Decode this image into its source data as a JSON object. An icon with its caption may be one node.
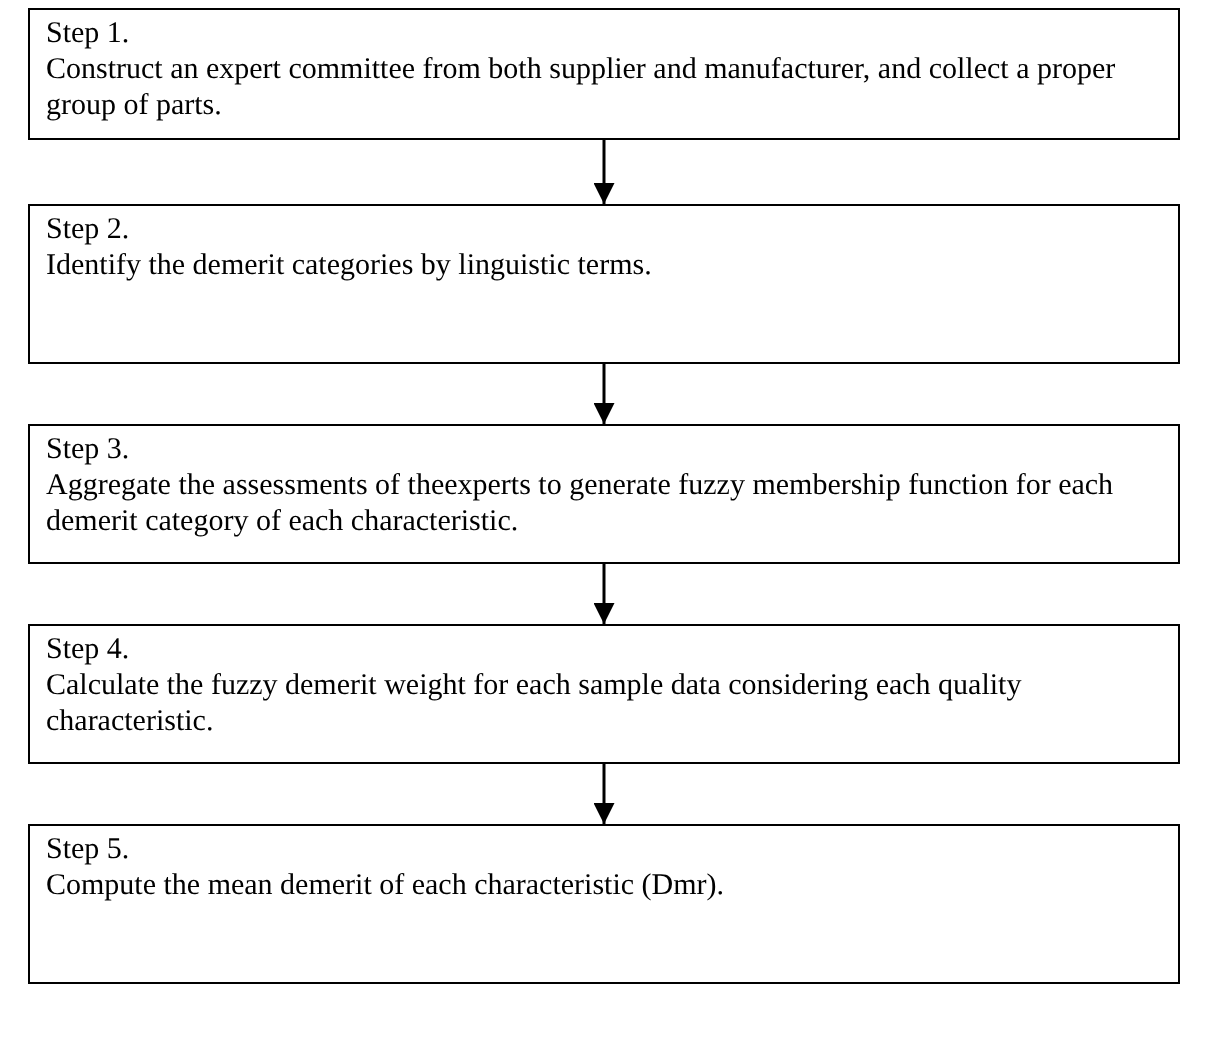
{
  "diagram": {
    "nodes": [
      {
        "text": [
          "Step 1.",
          "Construct an expert committee from both supplier and manufacturer, and collect a proper group of parts."
        ]
      },
      {
        "text": [
          "Step 2.",
          "Identify the demerit categories by linguistic terms."
        ]
      },
      {
        "text": [
          "Step 3.",
          "Aggregate the assessments of theexperts to generate fuzzy membership function for each demerit category of each characteristic."
        ]
      },
      {
        "text": [
          "Step 4.",
          "Calculate the fuzzy demerit weight for each sample data considering each quality characteristic."
        ]
      },
      {
        "text": [
          "Step 5.",
          "Compute the mean demerit of each characteristic (Dmr)."
        ]
      }
    ],
    "edges": [
      {
        "from": 0,
        "to": 1,
        "arrow": "to"
      },
      {
        "from": 1,
        "to": 2,
        "arrow": "to"
      },
      {
        "from": 2,
        "to": 3,
        "arrow": "to"
      },
      {
        "from": 3,
        "to": 4,
        "arrow": "to"
      }
    ]
  }
}
